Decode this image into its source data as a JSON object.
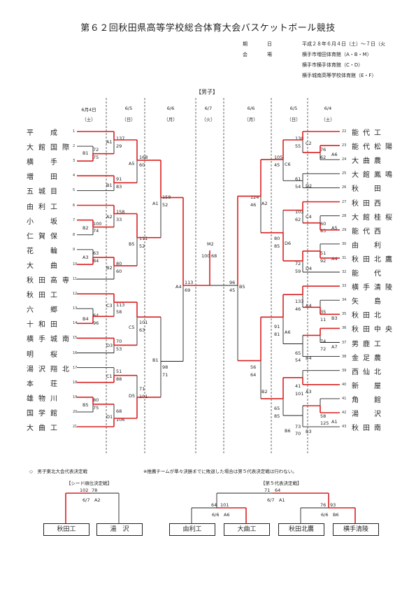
{
  "title": "第６２回秋田県高等学校総合体育大会バスケットボール競技",
  "info": {
    "period_label": "期　　　　日",
    "period_value": "平成２８年６月４日（土）〜７日（火",
    "venue_label": "会　　　　場",
    "venues": [
      "横手市増田体育館（A・B・M）",
      "横手市横手体育館（C・D）",
      "横手城南高等学校体育館（E・F）"
    ]
  },
  "section_title": "【男子】",
  "dates": [
    {
      "d": "6月4日",
      "w": "（土）"
    },
    {
      "d": "6/5",
      "w": "（日）"
    },
    {
      "d": "6/6",
      "w": "（月）"
    },
    {
      "d": "6/7",
      "w": "（火）"
    },
    {
      "d": "6/6",
      "w": "（月）"
    },
    {
      "d": "6/5",
      "w": "（日）"
    },
    {
      "d": "6/4",
      "w": "（土）"
    }
  ],
  "left_teams": [
    {
      "n": "1",
      "name": "平　成"
    },
    {
      "n": "2",
      "name": "大館国際"
    },
    {
      "n": "3",
      "name": "横　手"
    },
    {
      "n": "4",
      "name": "増　田"
    },
    {
      "n": "5",
      "name": "五城目"
    },
    {
      "n": "6",
      "name": "由利工"
    },
    {
      "n": "7",
      "name": "小　坂"
    },
    {
      "n": "8",
      "name": "仁賀保"
    },
    {
      "n": "9",
      "name": "花　輪"
    },
    {
      "n": "10",
      "name": "大　曲"
    },
    {
      "n": "11",
      "name": "秋田高専"
    },
    {
      "n": "12",
      "name": "秋田工"
    },
    {
      "n": "13",
      "name": "六　郷"
    },
    {
      "n": "14",
      "name": "十和田"
    },
    {
      "n": "15",
      "name": "横手城南"
    },
    {
      "n": "16",
      "name": "明　桜"
    },
    {
      "n": "17",
      "name": "湯沢翔北"
    },
    {
      "n": "18",
      "name": "本　荘"
    },
    {
      "n": "19",
      "name": "雄物川"
    },
    {
      "n": "20",
      "name": "国学館"
    },
    {
      "n": "21",
      "name": "大曲工"
    }
  ],
  "right_teams": [
    {
      "n": "22",
      "name": "能代工"
    },
    {
      "n": "23",
      "name": "能代松陽"
    },
    {
      "n": "24",
      "name": "大曲農"
    },
    {
      "n": "25",
      "name": "大館鳳鳴"
    },
    {
      "n": "26",
      "name": "秋　田"
    },
    {
      "n": "27",
      "name": "秋田西"
    },
    {
      "n": "28",
      "name": "大館桂桜"
    },
    {
      "n": "29",
      "name": "能代西"
    },
    {
      "n": "30",
      "name": "由　利"
    },
    {
      "n": "31",
      "name": "秋田北鷹"
    },
    {
      "n": "32",
      "name": "能　代"
    },
    {
      "n": "33",
      "name": "横手清陵"
    },
    {
      "n": "34",
      "name": "矢　島"
    },
    {
      "n": "35",
      "name": "秋田北"
    },
    {
      "n": "36",
      "name": "秋田中央"
    },
    {
      "n": "37",
      "name": "男鹿工"
    },
    {
      "n": "38",
      "name": "金足農"
    },
    {
      "n": "39",
      "name": "西仙北"
    },
    {
      "n": "40",
      "name": "新　屋"
    },
    {
      "n": "41",
      "name": "角　館"
    },
    {
      "n": "42",
      "name": "湯　沢"
    },
    {
      "n": "43",
      "name": "秋田南"
    }
  ],
  "game_labels": [
    {
      "id": "B1a",
      "t": "B1"
    },
    {
      "id": "A1a",
      "t": "A1"
    },
    {
      "id": "B1b",
      "t": "B1"
    },
    {
      "id": "A5",
      "t": "A5"
    },
    {
      "id": "A2",
      "t": "A2"
    },
    {
      "id": "B2a",
      "t": "B2"
    },
    {
      "id": "A3",
      "t": "A3"
    },
    {
      "id": "B2b",
      "t": "B2"
    },
    {
      "id": "B5",
      "t": "B5"
    },
    {
      "id": "A1b",
      "t": "A1"
    },
    {
      "id": "C3",
      "t": "C3"
    },
    {
      "id": "B4",
      "t": "B4"
    },
    {
      "id": "D3",
      "t": "D3"
    },
    {
      "id": "C5",
      "t": "C5"
    },
    {
      "id": "C1",
      "t": "C1"
    },
    {
      "id": "B5b",
      "t": "B5"
    },
    {
      "id": "D1",
      "t": "D1"
    },
    {
      "id": "D5",
      "t": "D5"
    },
    {
      "id": "B1c",
      "t": "B1"
    },
    {
      "id": "A4",
      "t": "A4"
    },
    {
      "id": "M2",
      "t": "M2"
    },
    {
      "id": "B5r",
      "t": "B5"
    },
    {
      "id": "C2",
      "t": "C2"
    },
    {
      "id": "A6",
      "t": "A6"
    },
    {
      "id": "C6",
      "t": "C6"
    },
    {
      "id": "D2",
      "t": "D2"
    },
    {
      "id": "A2r",
      "t": "A2"
    },
    {
      "id": "C4",
      "t": "C4"
    },
    {
      "id": "A5r",
      "t": "A5"
    },
    {
      "id": "D6",
      "t": "D6"
    },
    {
      "id": "A4r",
      "t": "A4"
    },
    {
      "id": "D4",
      "t": "D4"
    },
    {
      "id": "A4b",
      "t": "A4"
    },
    {
      "id": "B3",
      "t": "B3"
    },
    {
      "id": "A6b",
      "t": "A6"
    },
    {
      "id": "A7",
      "t": "A7"
    },
    {
      "id": "B4r",
      "t": "B4"
    },
    {
      "id": "B2r",
      "t": "B2"
    },
    {
      "id": "A3r",
      "t": "A3"
    },
    {
      "id": "B6",
      "t": "B6"
    },
    {
      "id": "A1r",
      "t": "A1"
    },
    {
      "id": "B3r",
      "t": "B3"
    }
  ],
  "scores": [
    {
      "id": "s1",
      "t": "137"
    },
    {
      "id": "s2",
      "t": "29"
    },
    {
      "id": "s3",
      "t": "72"
    },
    {
      "id": "s4",
      "t": "75"
    },
    {
      "id": "s5",
      "t": "168"
    },
    {
      "id": "s6",
      "t": "60"
    },
    {
      "id": "s7",
      "t": "91"
    },
    {
      "id": "s8",
      "t": "83"
    },
    {
      "id": "s9",
      "t": "158"
    },
    {
      "id": "s10",
      "t": "52"
    },
    {
      "id": "s11",
      "t": "158"
    },
    {
      "id": "s12",
      "t": "33"
    },
    {
      "id": "s13",
      "t": "100"
    },
    {
      "id": "s14",
      "t": "74"
    },
    {
      "id": "s15",
      "t": "111"
    },
    {
      "id": "s16",
      "t": "52"
    },
    {
      "id": "s17",
      "t": "63"
    },
    {
      "id": "s18",
      "t": "84"
    },
    {
      "id": "s19",
      "t": "80"
    },
    {
      "id": "s20",
      "t": "60"
    },
    {
      "id": "s21",
      "t": "113"
    },
    {
      "id": "s22",
      "t": "69"
    },
    {
      "id": "s23",
      "t": "113"
    },
    {
      "id": "s24",
      "t": "58"
    },
    {
      "id": "s25",
      "t": "64"
    },
    {
      "id": "s26",
      "t": "96"
    },
    {
      "id": "s27",
      "t": "101"
    },
    {
      "id": "s28",
      "t": "63"
    },
    {
      "id": "s29",
      "t": "70"
    },
    {
      "id": "s30",
      "t": "53"
    },
    {
      "id": "s31",
      "t": "98"
    },
    {
      "id": "s32",
      "t": "71"
    },
    {
      "id": "s33",
      "t": "51"
    },
    {
      "id": "s34",
      "t": "88"
    },
    {
      "id": "s35",
      "t": "71"
    },
    {
      "id": "s36",
      "t": "101"
    },
    {
      "id": "s37",
      "t": "80"
    },
    {
      "id": "s38",
      "t": "75"
    },
    {
      "id": "s39",
      "t": "68"
    },
    {
      "id": "s40",
      "t": "106"
    },
    {
      "id": "s41",
      "t": "100"
    },
    {
      "id": "s42",
      "t": "68"
    },
    {
      "id": "s43",
      "t": "96"
    },
    {
      "id": "s44",
      "t": "45"
    },
    {
      "id": "r1",
      "t": "130"
    },
    {
      "id": "r2",
      "t": "55"
    },
    {
      "id": "r3",
      "t": "76"
    },
    {
      "id": "r4",
      "t": "62"
    },
    {
      "id": "r5",
      "t": "105"
    },
    {
      "id": "r6",
      "t": "45"
    },
    {
      "id": "r7",
      "t": "61"
    },
    {
      "id": "r8",
      "t": "54"
    },
    {
      "id": "r9",
      "t": "124"
    },
    {
      "id": "r10",
      "t": "46"
    },
    {
      "id": "r11",
      "t": "103"
    },
    {
      "id": "r12",
      "t": "62"
    },
    {
      "id": "r13",
      "t": "60"
    },
    {
      "id": "r14",
      "t": "83"
    },
    {
      "id": "r15",
      "t": "80"
    },
    {
      "id": "r16",
      "t": "85"
    },
    {
      "id": "r17",
      "t": "51"
    },
    {
      "id": "r18",
      "t": "92"
    },
    {
      "id": "r19",
      "t": "72"
    },
    {
      "id": "r20",
      "t": "59"
    },
    {
      "id": "r21",
      "t": "133"
    },
    {
      "id": "r22",
      "t": "46"
    },
    {
      "id": "r23",
      "t": "35"
    },
    {
      "id": "r24",
      "t": "11"
    },
    {
      "id": "r25",
      "t": "91"
    },
    {
      "id": "r26",
      "t": "81"
    },
    {
      "id": "r27",
      "t": "74"
    },
    {
      "id": "r28",
      "t": "72"
    },
    {
      "id": "r29",
      "t": "65"
    },
    {
      "id": "r30",
      "t": "54"
    },
    {
      "id": "r31",
      "t": "56"
    },
    {
      "id": "r32",
      "t": "64"
    },
    {
      "id": "r33",
      "t": "41"
    },
    {
      "id": "r34",
      "t": "101"
    },
    {
      "id": "r35",
      "t": "65"
    },
    {
      "id": "r36",
      "t": "85"
    },
    {
      "id": "r37",
      "t": "58"
    },
    {
      "id": "r38",
      "t": "125"
    },
    {
      "id": "r39",
      "t": "73"
    },
    {
      "id": "r40",
      "t": "70"
    }
  ],
  "footer": {
    "note1": "◇　男子東北大会代表決定戦",
    "note2": "※推薦チームが準々決勝までに敗退した場合は第５代表決定戦は行わない。",
    "seed_title": "【シード順位決定戦】",
    "fifth_title": "【第５代表決定戦】",
    "seed_score": "102|78",
    "seed_info": "6/7　A2",
    "seed_teams": [
      "秋田工",
      "湯　沢"
    ],
    "f_top_score": "71|64",
    "f_top_info": "6/7　A1",
    "f_left_score": "64|101",
    "f_left_info": "6/6　A6",
    "f_right_score": "76|93",
    "f_right_info": "6/6　B6",
    "fifth_teams": [
      "由利工",
      "大曲工",
      "秋田北鷹",
      "横手清陵"
    ]
  },
  "colors": {
    "win": "#d92020",
    "line": "#222222"
  }
}
